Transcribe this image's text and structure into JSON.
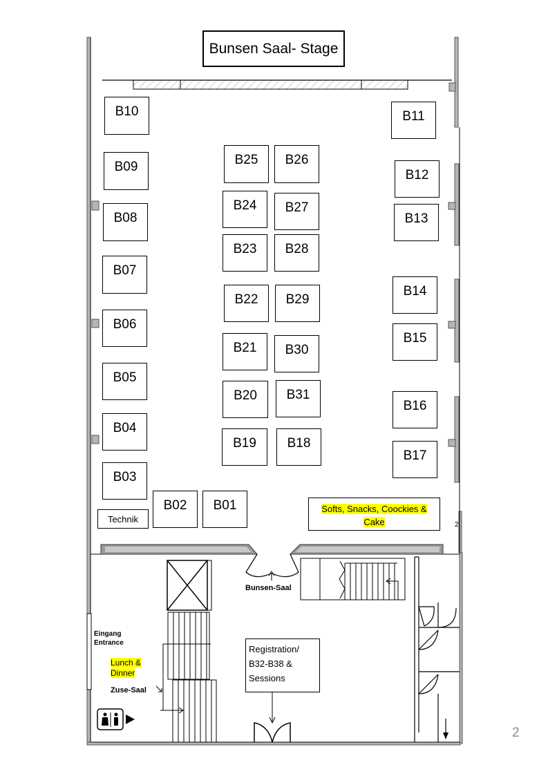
{
  "stage": {
    "title": "Bunsen Saal- Stage"
  },
  "booths": {
    "b10": "B10",
    "b09": "B09",
    "b08": "B08",
    "b07": "B07",
    "b06": "B06",
    "b05": "B05",
    "b04": "B04",
    "b03": "B03",
    "b02": "B02",
    "b01": "B01",
    "b11": "B11",
    "b12": "B12",
    "b13": "B13",
    "b14": "B14",
    "b15": "B15",
    "b16": "B16",
    "b17": "B17",
    "b25": "B25",
    "b26": "B26",
    "b24": "B24",
    "b27": "B27",
    "b23": "B23",
    "b28": "B28",
    "b22": "B22",
    "b29": "B29",
    "b21": "B21",
    "b30": "B30",
    "b20": "B20",
    "b31": "B31",
    "b19": "B19",
    "b18": "B18"
  },
  "areas": {
    "technik": "Technik",
    "refreshments_line1": "Softs, Snacks, Coockies &",
    "refreshments_line2": "Cake",
    "bunsen_saal": "Bunsen-Saal",
    "eingang": "Eingang",
    "entrance": "Entrance",
    "lunch_line1": "Lunch &",
    "lunch_line2": "Dinner",
    "zuse_saal": "Zuse-Saal",
    "registration_line1": "Registration/",
    "registration_line2": "B32-B38 &",
    "registration_line3": "Sessions"
  },
  "page_number": "2",
  "colors": {
    "highlight": "#ffff00",
    "wall": "#808080",
    "ink": "#000000"
  },
  "icons": [
    "restroom-icon",
    "elevator-icon",
    "stairs-icon",
    "door-icon",
    "arrow-icon"
  ]
}
